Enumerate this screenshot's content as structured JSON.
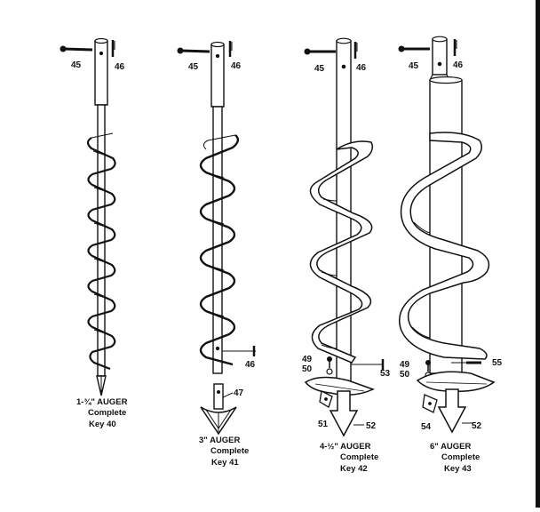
{
  "augers": [
    {
      "id": "auger-1-75",
      "caption": [
        "1-¾\" AUGER",
        "Complete",
        "Key 40"
      ],
      "parts": [
        "45",
        "46"
      ]
    },
    {
      "id": "auger-3",
      "caption": [
        "3\" AUGER",
        "Complete",
        "Key 41"
      ],
      "parts": [
        "45",
        "46",
        "46",
        "47"
      ]
    },
    {
      "id": "auger-4-5",
      "caption": [
        "4-½\" AUGER",
        "Complete",
        "Key 42"
      ],
      "parts": [
        "45",
        "46",
        "49",
        "50",
        "53",
        "51",
        "52"
      ]
    },
    {
      "id": "auger-6",
      "caption": [
        "6\" AUGER",
        "Complete",
        "Key 43"
      ],
      "parts": [
        "45",
        "46",
        "49",
        "50",
        "55",
        "54",
        "52"
      ]
    }
  ]
}
